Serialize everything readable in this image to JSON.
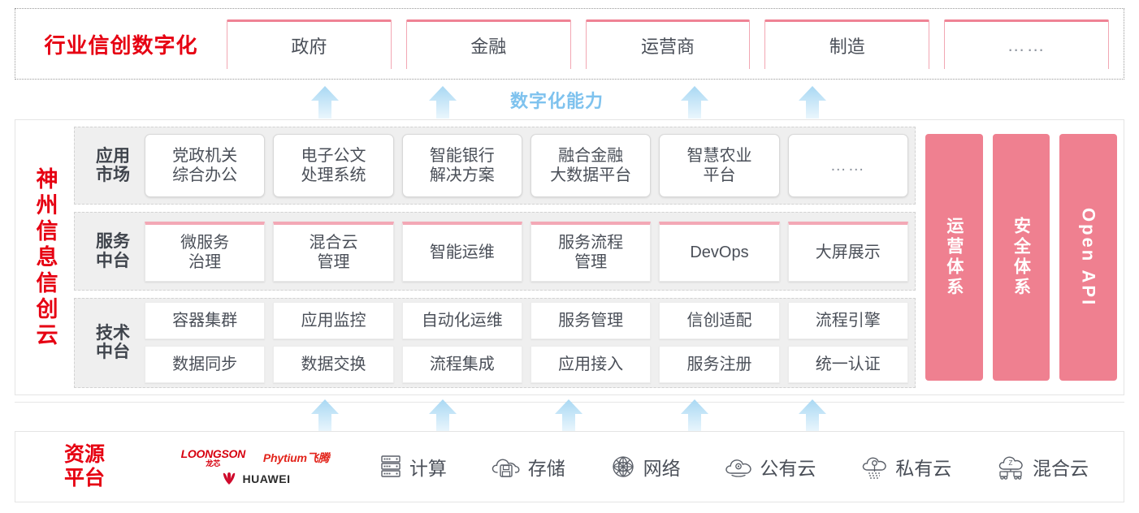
{
  "industry": {
    "title": "行业信创数字化",
    "boxes": [
      {
        "label": "政府"
      },
      {
        "label": "金融"
      },
      {
        "label": "运营商"
      },
      {
        "label": "制造"
      },
      {
        "label": "……"
      }
    ]
  },
  "capability": {
    "label": "数字化能力",
    "arrow_color": "#bfe2f7"
  },
  "cloud": {
    "title": "神州信息信创云",
    "layers": [
      {
        "key": "app",
        "label": "应用\n市场",
        "label_line1": "应用",
        "label_line2": "市场",
        "cells": [
          {
            "line1": "党政机关",
            "line2": "综合办公"
          },
          {
            "line1": "电子公文",
            "line2": "处理系统"
          },
          {
            "line1": "智能银行",
            "line2": "解决方案"
          },
          {
            "line1": "融合金融",
            "line2": "大数据平台"
          },
          {
            "line1": "智慧农业",
            "line2": "平台"
          },
          {
            "line1": "……",
            "line2": ""
          }
        ]
      },
      {
        "key": "svc",
        "label_line1": "服务",
        "label_line2": "中台",
        "cells": [
          {
            "line1": "微服务",
            "line2": "治理"
          },
          {
            "line1": "混合云",
            "line2": "管理"
          },
          {
            "line1": "智能运维",
            "line2": ""
          },
          {
            "line1": "服务流程",
            "line2": "管理"
          },
          {
            "line1": "DevOps",
            "line2": ""
          },
          {
            "line1": "大屏展示",
            "line2": ""
          }
        ]
      },
      {
        "key": "tech",
        "label_line1": "技术",
        "label_line2": "中台",
        "row1": [
          "容器集群",
          "应用监控",
          "自动化运维",
          "服务管理",
          "信创适配",
          "流程引擎"
        ],
        "row2": [
          "数据同步",
          "数据交换",
          "流程集成",
          "应用接入",
          "服务注册",
          "统一认证"
        ]
      }
    ],
    "pillars": [
      {
        "label": "运营体系",
        "latin": false
      },
      {
        "label": "安全体系",
        "latin": false
      },
      {
        "label": "Open API",
        "latin": true
      }
    ],
    "pillar_color": "#ef8090"
  },
  "resource": {
    "title_line1": "资源",
    "title_line2": "平台",
    "vendors": [
      {
        "name": "LOONGSON",
        "sub": "龙芯",
        "icon": "loongson-logo"
      },
      {
        "name": "Phytium飞腾",
        "icon": "phytium-logo"
      },
      {
        "name": "HUAWEI",
        "icon": "huawei-logo"
      }
    ],
    "items": [
      {
        "label": "计算",
        "icon": "server-icon"
      },
      {
        "label": "存储",
        "icon": "cloud-storage-icon"
      },
      {
        "label": "网络",
        "icon": "network-mesh-icon"
      },
      {
        "label": "公有云",
        "icon": "public-cloud-icon"
      },
      {
        "label": "私有云",
        "icon": "private-cloud-icon"
      },
      {
        "label": "混合云",
        "icon": "hybrid-cloud-icon"
      }
    ]
  },
  "colors": {
    "brand_red": "#e60012",
    "pink": "#ef8090",
    "arrow_blue": "#bfe2f7",
    "layer_bg": "#efefef"
  }
}
